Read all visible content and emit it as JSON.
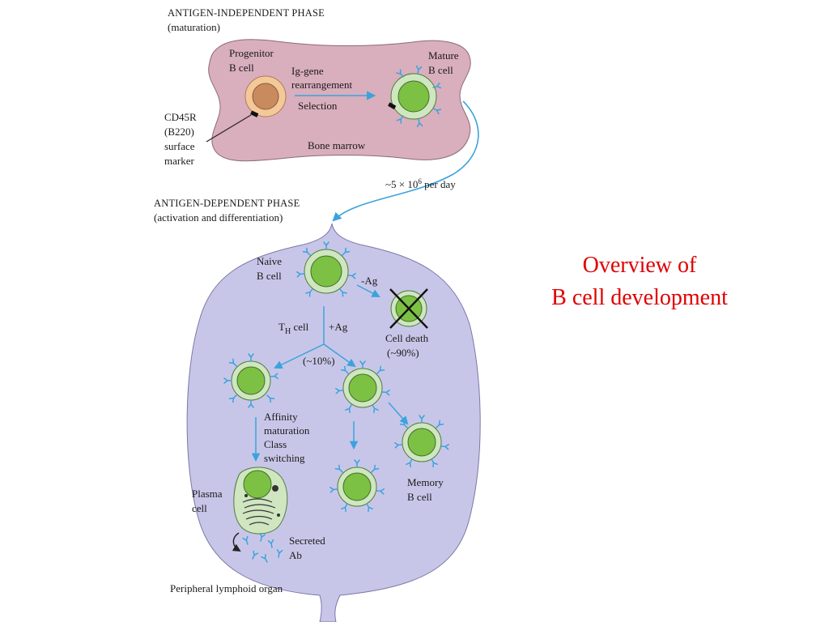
{
  "title": {
    "line1": "Overview of",
    "line2": "B cell development"
  },
  "phases": {
    "independent": {
      "title": "ANTIGEN-INDEPENDENT PHASE",
      "subtitle": "(maturation)"
    },
    "dependent": {
      "title": "ANTIGEN-DEPENDENT PHASE",
      "subtitle": "(activation and differentiation)"
    }
  },
  "labels": {
    "progenitor_1": "Progenitor",
    "progenitor_2": "B cell",
    "ig_gene_1": "Ig-gene",
    "ig_gene_2": "rearrangement",
    "selection": "Selection",
    "mature_1": "Mature",
    "mature_2": "B cell",
    "bone_marrow": "Bone marrow",
    "cd45r_1": "CD45R",
    "cd45r_2": "(B220)",
    "cd45r_3": "surface",
    "cd45r_4": "marker",
    "rate_prefix": "~5 × 10",
    "rate_exp": "6",
    "rate_suffix": " per day",
    "naive_1": "Naive",
    "naive_2": "B cell",
    "minus_ag": "-Ag",
    "th_main": "T",
    "th_sub": "H",
    "th_rest": " cell",
    "plus_ag": "+Ag",
    "cell_death_1": "Cell death",
    "cell_death_2": "(~90%)",
    "ten_percent": "(~10%)",
    "affinity_1": "Affinity",
    "affinity_2": "maturation",
    "affinity_3": "Class",
    "affinity_4": "switching",
    "plasma_1": "Plasma",
    "plasma_2": "cell",
    "memory_1": "Memory",
    "memory_2": "B cell",
    "secreted_1": "Secreted",
    "secreted_2": "Ab",
    "peripheral": "Peripheral lymphoid organ"
  },
  "colors": {
    "bone_marrow_fill": "#d9aebd",
    "organ_fill": "#c8c6e8",
    "arrow": "#3aa3dd",
    "cell_outer": "#cfe6c1",
    "cell_nucleus": "#7cc144",
    "progenitor_outer": "#f4c99a",
    "progenitor_nucleus": "#c98a5e",
    "title_red": "#e00000"
  }
}
